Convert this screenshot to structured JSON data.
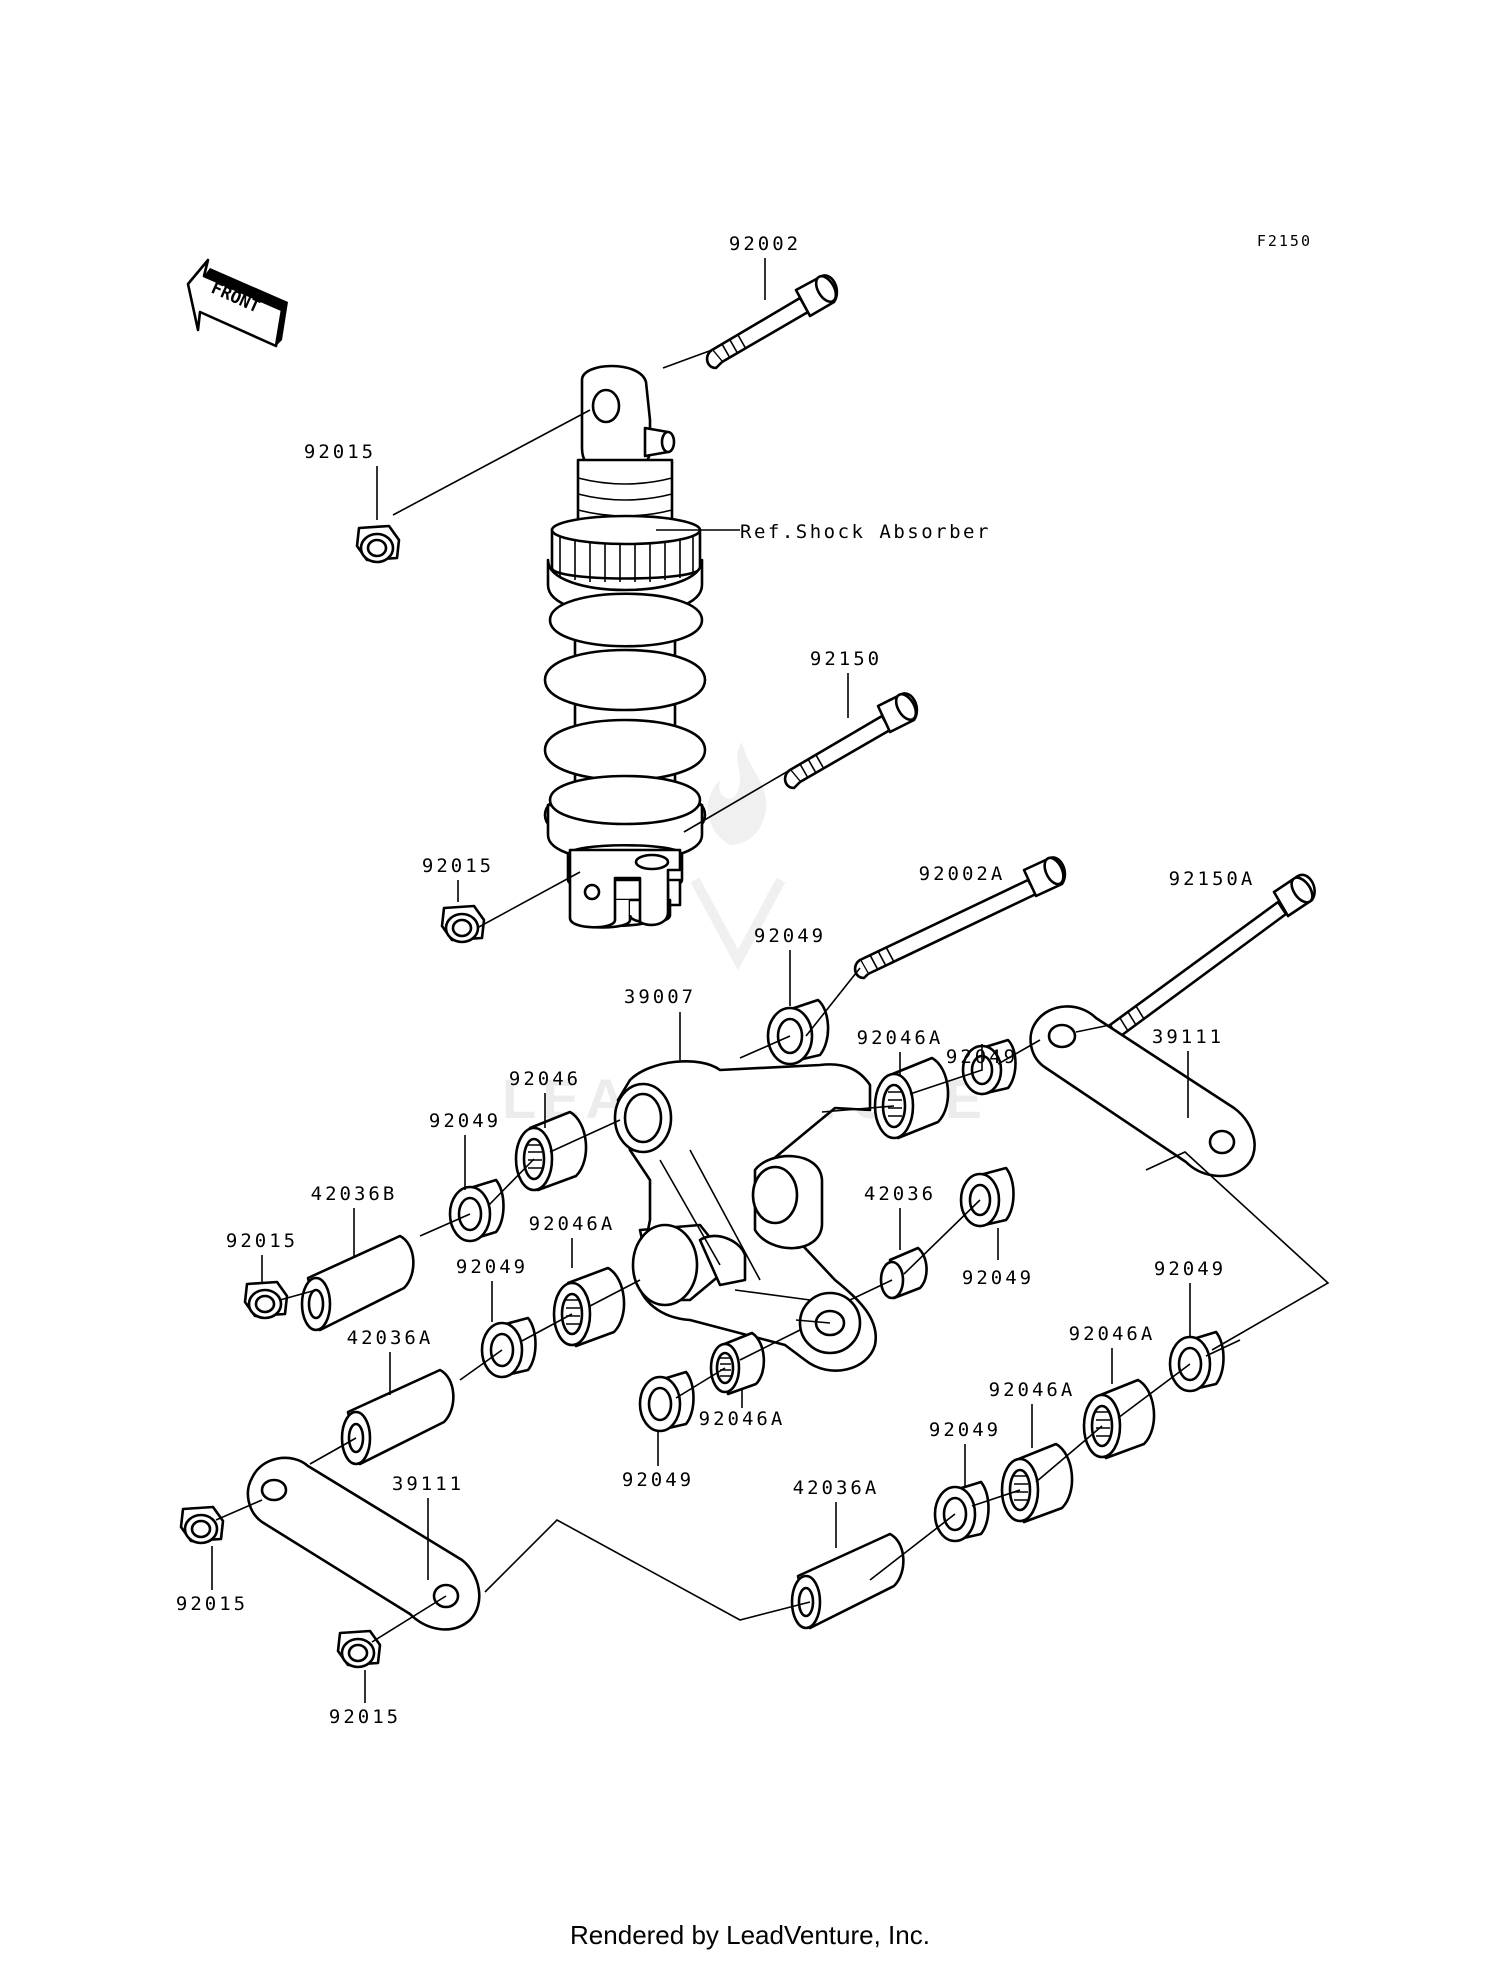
{
  "figure_code": "F2150",
  "front_label": "FRONT",
  "reference_label": "Ref.Shock Absorber",
  "watermark": "LEADVENTURE",
  "footer": "Rendered by LeadVenture, Inc.",
  "parts": {
    "bolt_top": "92002",
    "nut_top": "92015",
    "bolt_mid": "92150",
    "nut_shock_lower": "92015",
    "bolt_long_a": "92002A",
    "bolt_long_b": "92150A",
    "seal_upper": "92049",
    "rocker_arm": "39007",
    "seal_rocker_right": "92049",
    "bearing_upper_right": "92046A",
    "tie_rod_right": "39111",
    "bearing_left": "92046",
    "seal_left": "92049",
    "collar_left_b": "42036B",
    "nut_left": "92015",
    "collar_small": "42036",
    "seal_small_right": "92049",
    "bearing_left_lower": "92046A",
    "seal_left_lower": "92049",
    "collar_left_a": "42036A",
    "seal_right_lower": "92049",
    "bearing_right_lower_1": "92046A",
    "bearing_right_lower_2": "92046A",
    "bearing_center": "92046A",
    "seal_center": "92049",
    "seal_bottom_mid": "92049",
    "collar_bottom": "42036A",
    "tie_rod_left": "39111",
    "nut_bottom_left": "92015",
    "nut_bottom": "92015"
  }
}
